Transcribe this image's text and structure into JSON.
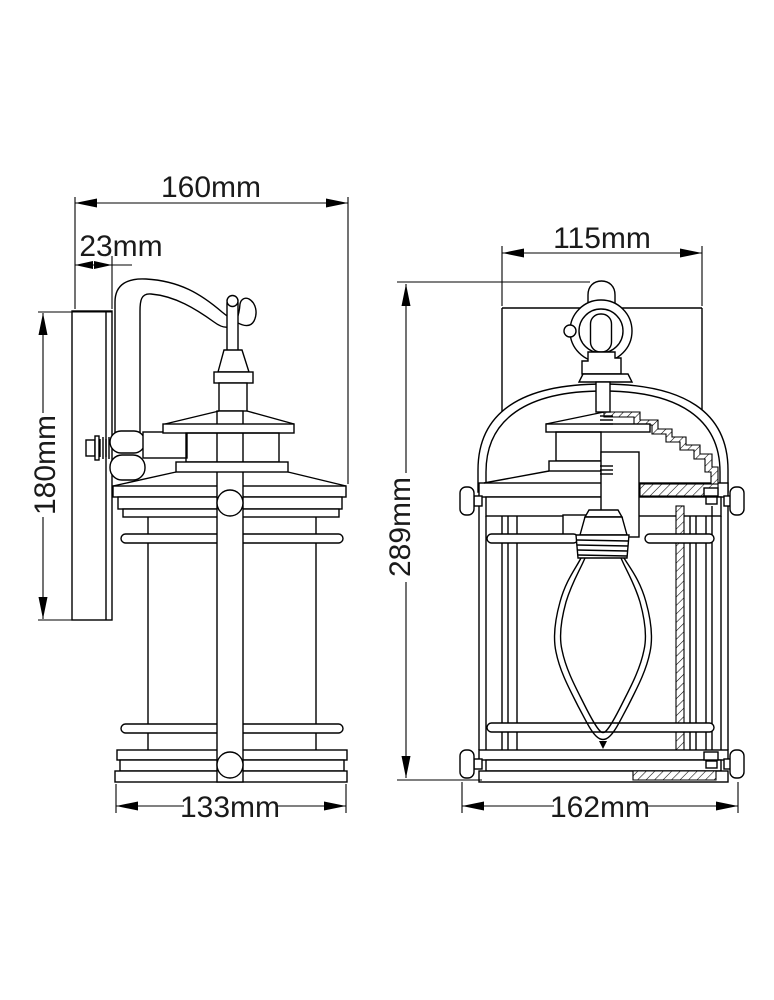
{
  "dimensions": {
    "side_view": {
      "overall_depth": "160mm",
      "backplate_depth": "23mm",
      "backplate_height": "180mm",
      "base_width": "133mm"
    },
    "front_view": {
      "backplate_width": "115mm",
      "overall_height": "289mm",
      "overall_width": "162mm"
    }
  },
  "style": {
    "line_color": "#000000",
    "dim_text_color": "#1a1a1a",
    "background": "#ffffff"
  }
}
